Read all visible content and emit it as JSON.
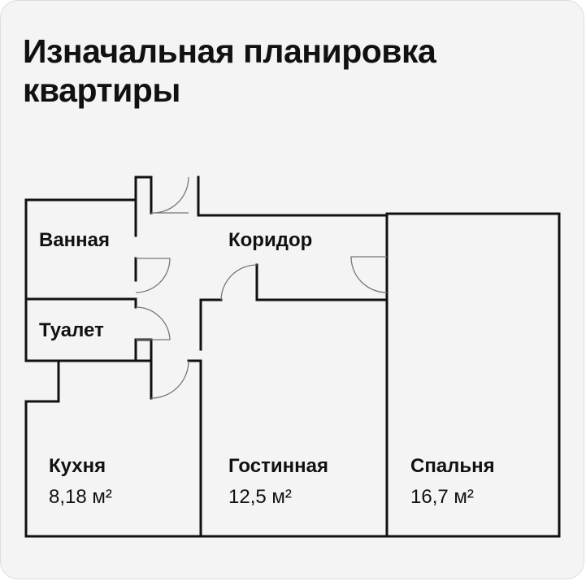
{
  "title": "Изначальная планировка квартиры",
  "rooms": {
    "bathroom": {
      "name": "Ванная"
    },
    "corridor": {
      "name": "Коридор"
    },
    "toilet": {
      "name": "Туалет"
    },
    "kitchen": {
      "name": "Кухня",
      "area": "8,18 м²"
    },
    "living": {
      "name": "Гостинная",
      "area": "12,5 м²"
    },
    "bedroom": {
      "name": "Спальня",
      "area": "16,7 м²"
    }
  }
}
